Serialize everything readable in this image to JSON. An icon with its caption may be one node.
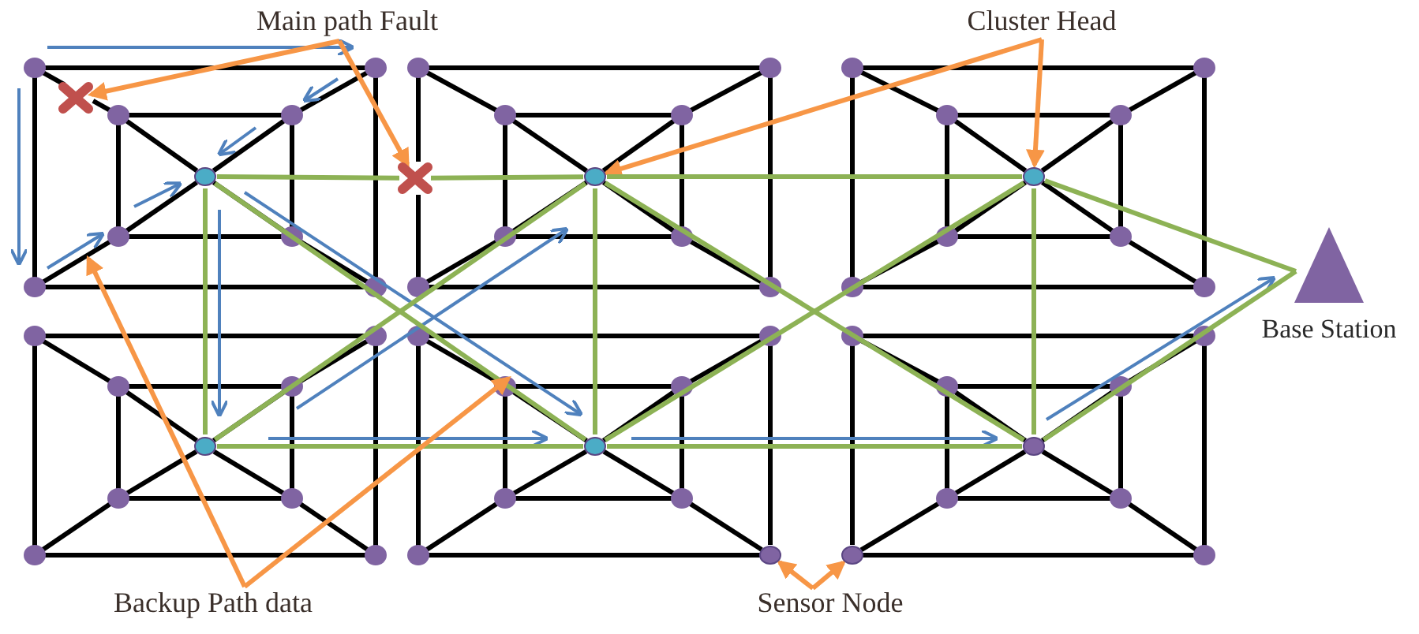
{
  "diagram": {
    "nodes": [
      {
        "text": [
          "Main path Fault"
        ]
      },
      {
        "text": [
          "Cluster Head"
        ]
      },
      {
        "text": [],
        "shape": "cross"
      },
      {
        "text": [],
        "shape": "circle"
      },
      {
        "text": [],
        "shape": "cross"
      },
      {
        "text": [],
        "shape": "circle"
      },
      {
        "text": [],
        "shape": "circle"
      },
      {
        "text": [
          "Base Station"
        ]
      },
      {
        "text": [],
        "shape": "circle"
      },
      {
        "text": [],
        "shape": "circle"
      },
      {
        "text": [],
        "shape": "circle"
      },
      {
        "text": [],
        "shape": "circle"
      },
      {
        "text": [],
        "shape": "circle"
      },
      {
        "text": [
          "Backup Path data"
        ]
      },
      {
        "text": [
          "Sensor Node"
        ]
      }
    ],
    "edges": [
      {
        "from": 0,
        "to": 2,
        "arrow": "to",
        "color": "#f79646"
      },
      {
        "from": 0,
        "to": 4,
        "arrow": "to",
        "color": "#f79646"
      },
      {
        "from": 1,
        "to": 5,
        "arrow": "to",
        "color": "#f79646"
      },
      {
        "from": 1,
        "to": 6,
        "arrow": "to",
        "color": "#f79646"
      },
      {
        "from": 3,
        "to": 4,
        "arrow": "none"
      },
      {
        "from": 4,
        "to": 5,
        "arrow": "none"
      },
      {
        "from": 5,
        "to": 6,
        "arrow": "none"
      },
      {
        "from": 6,
        "to": 7,
        "arrow": "none"
      },
      {
        "from": 3,
        "to": 8,
        "arrow": "none"
      },
      {
        "from": 5,
        "to": 9,
        "arrow": "none"
      },
      {
        "from": 6,
        "to": 10,
        "arrow": "none"
      },
      {
        "from": 8,
        "to": 9,
        "arrow": "none"
      },
      {
        "from": 9,
        "to": 10,
        "arrow": "none"
      },
      {
        "from": 10,
        "to": 7,
        "arrow": "none"
      },
      {
        "from": 3,
        "to": 9,
        "arrow": "none"
      },
      {
        "from": 8,
        "to": 5,
        "arrow": "none"
      },
      {
        "from": 5,
        "to": 10,
        "arrow": "none"
      },
      {
        "from": 9,
        "to": 6,
        "arrow": "none"
      },
      {
        "from": 13,
        "to": null,
        "arrow": "to",
        "color": "#f79646"
      },
      {
        "from": 13,
        "to": null,
        "arrow": "to",
        "color": "#f79646"
      },
      {
        "from": 14,
        "to": 11,
        "arrow": "to",
        "color": "#f79646"
      },
      {
        "from": 14,
        "to": 12,
        "arrow": "to",
        "color": "#f79646"
      }
    ]
  }
}
